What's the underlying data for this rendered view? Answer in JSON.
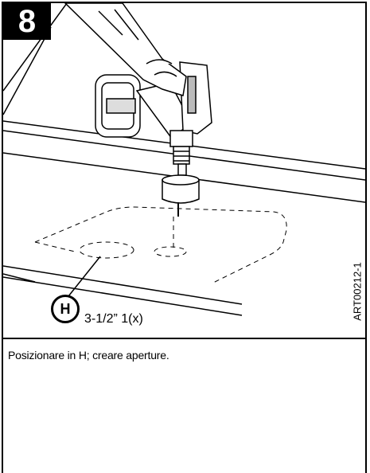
{
  "step": {
    "number": "8"
  },
  "figure": {
    "callout_letter": "H",
    "hole_size_label": "3-1/2” 1(x)",
    "art_code": "ART00212-1",
    "icons": [
      "cordless-drill-icon",
      "hole-saw-icon",
      "hand-icon"
    ]
  },
  "caption": {
    "text": "Posizionare in H; creare aperture."
  }
}
